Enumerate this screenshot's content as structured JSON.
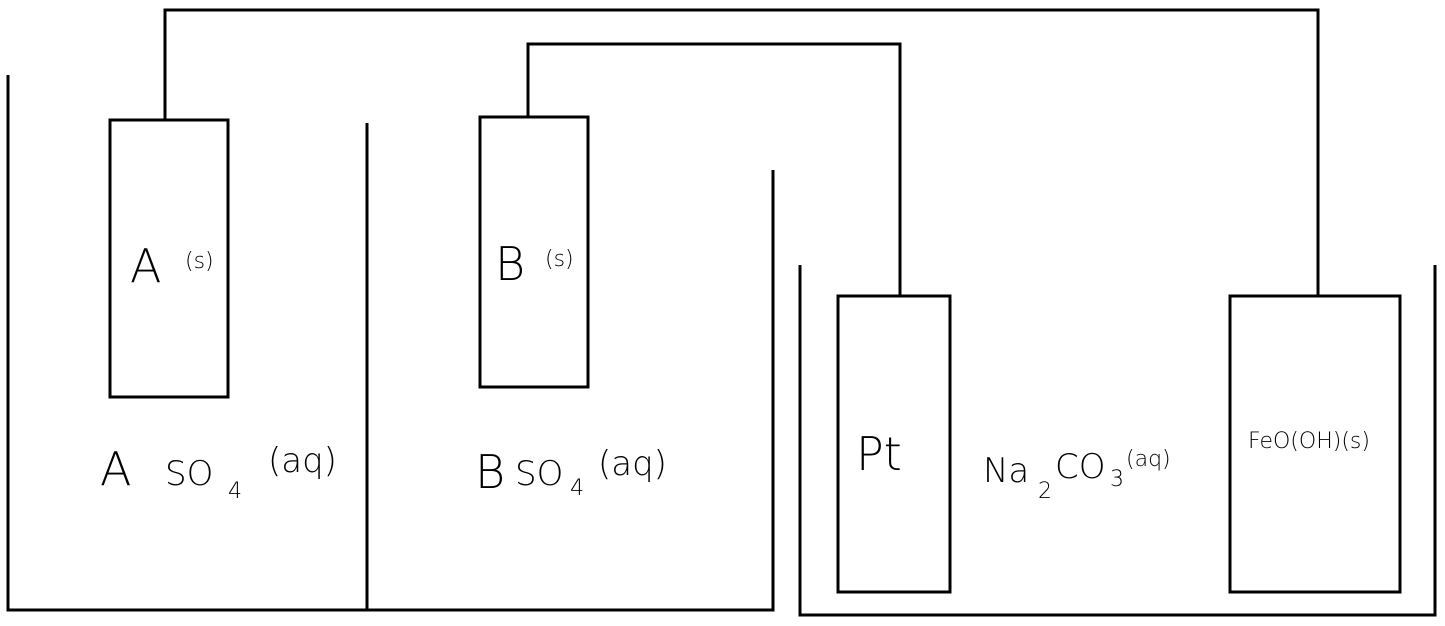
{
  "electrodes": {
    "a": {
      "symbol": "A",
      "state": "(s)"
    },
    "b": {
      "symbol": "B",
      "state": "(s)"
    },
    "pt": {
      "label": "Pt"
    },
    "feooh": {
      "label": "FeO(OH)(s)"
    }
  },
  "solutions": {
    "a": {
      "cation": "A",
      "anion": "SO",
      "sub": "4",
      "state": "(aq)"
    },
    "b": {
      "cation": "B",
      "anion": "SO",
      "sub": "4",
      "state": "(aq)"
    },
    "c": {
      "na": "Na",
      "na_sub": "2",
      "co": "CO",
      "co_sub": "3",
      "state": "(aq)"
    }
  }
}
